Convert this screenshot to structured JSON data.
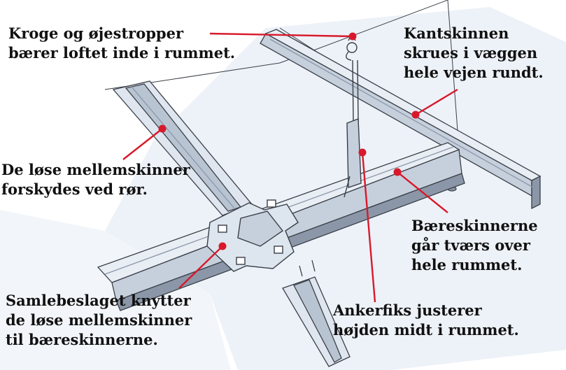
{
  "colors": {
    "accent": "#d8192b",
    "text": "#111111",
    "metal_light": "#e9eef5",
    "metal_mid": "#c6d0dd",
    "metal_dark": "#8b97a8",
    "line": "#3a3f47",
    "backdrop": "#dfe8f3"
  },
  "labels": {
    "hooks": {
      "lines": [
        "Kroge og øjestropper",
        "bærer loftet inde i rummet."
      ]
    },
    "edge_rail": {
      "lines": [
        "Kantskinnen",
        "skrues i væggen",
        "hele vejen rundt."
      ]
    },
    "loose_rails": {
      "lines": [
        "De løse mellemskinner",
        "forskydes ved rør."
      ]
    },
    "main_rails": {
      "lines": [
        "Bæreskinnerne",
        "går tværs over",
        "hele rummet."
      ]
    },
    "connector": {
      "lines": [
        "Samlebeslaget knytter",
        "de løse mellemskinner",
        "til bæreskinnerne."
      ]
    },
    "anchor": {
      "lines": [
        "Ankerfiks justerer",
        "højden midt i rummet."
      ]
    }
  }
}
